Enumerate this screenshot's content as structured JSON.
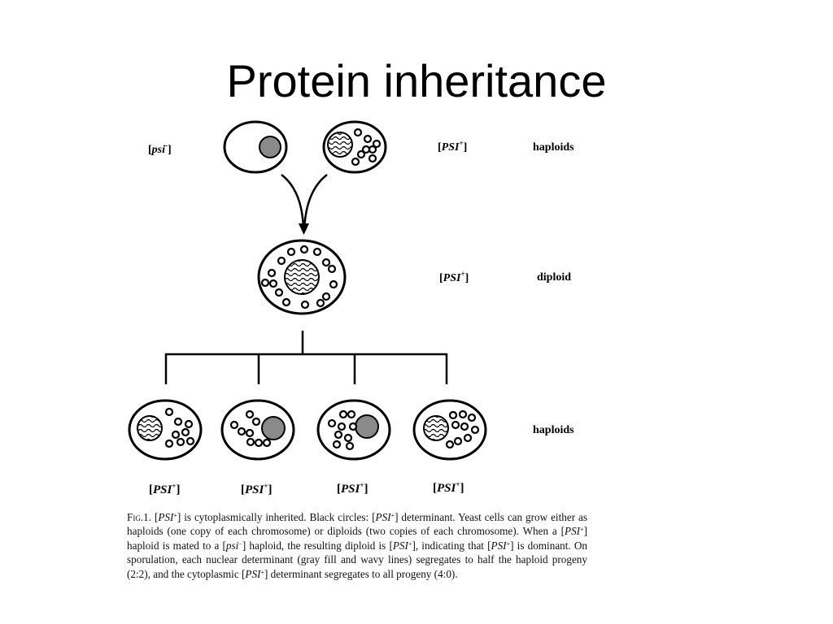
{
  "slide": {
    "title": "Protein inheritance"
  },
  "figure": {
    "labels": {
      "psi_minus": {
        "bracket_open": "[",
        "name": "psi",
        "sup": "-",
        "bracket_close": "]"
      },
      "psi_plus": {
        "bracket_open": "[",
        "name": "PSI",
        "sup": "+",
        "bracket_close": "]"
      },
      "row_haploids_top": "haploids",
      "row_diploid": "diploid",
      "row_haploids_bottom": "haploids"
    },
    "progeny": [
      {
        "label": "[PSI⁺]",
        "nucleus": "wavy"
      },
      {
        "label": "[PSI⁺]",
        "nucleus": "gray"
      },
      {
        "label": "[PSI⁺]",
        "nucleus": "gray"
      },
      {
        "label": "[PSI⁺]",
        "nucleus": "wavy"
      }
    ],
    "colors": {
      "gray_nucleus": "#8a8a8a",
      "ink": "#000000"
    }
  },
  "caption": {
    "fig_label": "Fig.1.",
    "segments": [
      {
        "text": "[",
        "style": ""
      },
      {
        "text": "PSI",
        "style": "it"
      },
      {
        "text": "+",
        "style": "sup"
      },
      {
        "text": "] is cytoplasmically inherited. Black circles: [",
        "style": ""
      },
      {
        "text": "PSI",
        "style": "it"
      },
      {
        "text": "+",
        "style": "sup"
      },
      {
        "text": "] determinant. Yeast cells can grow either as haploids (one copy of each chromosome) or diploids (two copies of each chromosome). When a [",
        "style": ""
      },
      {
        "text": "PSI",
        "style": "it"
      },
      {
        "text": "+",
        "style": "sup"
      },
      {
        "text": "] haploid is mated to a [",
        "style": ""
      },
      {
        "text": "psi",
        "style": "it"
      },
      {
        "text": "−",
        "style": "sup"
      },
      {
        "text": "] haploid, the resulting diploid is [",
        "style": ""
      },
      {
        "text": "PSI",
        "style": "it"
      },
      {
        "text": "+",
        "style": "sup"
      },
      {
        "text": "], indicating that [",
        "style": ""
      },
      {
        "text": "PSI",
        "style": "it"
      },
      {
        "text": "+",
        "style": "sup"
      },
      {
        "text": "] is dominant. On sporulation, each nuclear determinant (gray fill and wavy lines) segregates to half the haploid progeny (2:2), and the cytoplasmic [",
        "style": ""
      },
      {
        "text": "PSI",
        "style": "it"
      },
      {
        "text": "+",
        "style": "sup"
      },
      {
        "text": "] determinant segregates to all progeny (4:0).",
        "style": ""
      }
    ]
  }
}
